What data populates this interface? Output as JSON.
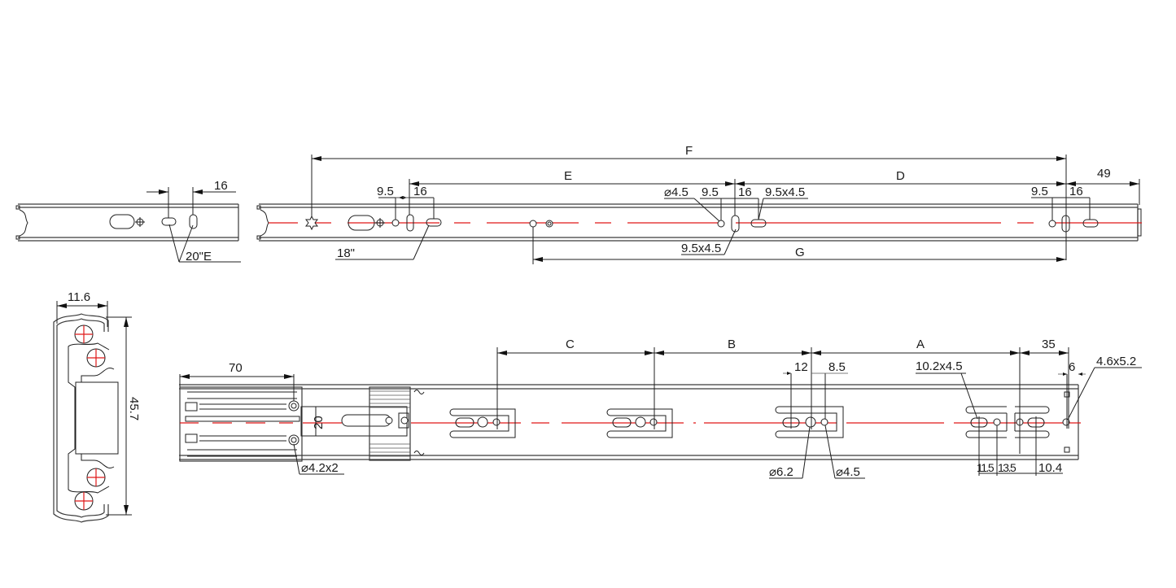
{
  "drawing": {
    "title": "Ball bearing drawer slide technical drawing",
    "colors": {
      "line": "#1f1f1f",
      "centerline": "#e01818",
      "background": "#ffffff"
    },
    "views": {
      "top_left_rail": {
        "dims": {
          "slot_spacing": "16",
          "hole_callout": "20\"E"
        }
      },
      "top_main_rail": {
        "dims": {
          "overall": "F",
          "span_e": "E",
          "span_d": "D",
          "span_g": "G",
          "end_offset": "49",
          "left_hole_pitch": "9.5",
          "left_slot_pitch": "16",
          "left_slot_callout": "18\"",
          "mid_hole_dia": "⌀4.5",
          "mid_hole_pitch": "9.5",
          "mid_slot_pitch": "16",
          "mid_slot_size_top": "9.5x4.5",
          "mid_slot_size_bottom": "9.5x4.5",
          "right_hole_pitch": "9.5",
          "right_slot_pitch": "16"
        }
      },
      "cross_section": {
        "dims": {
          "width": "11.6",
          "height": "45.7"
        }
      },
      "bottom_rail": {
        "dims": {
          "disconnect_length": "70",
          "tab_width": "20",
          "screw_holes": "⌀4.2x2",
          "span_c": "C",
          "span_b": "B",
          "span_a": "A",
          "end_offset": "35",
          "slot_offset_12": "12",
          "hole_pitch_8_5": "8.5",
          "big_hole_dia": "⌀6.2",
          "small_hole_dia": "⌀4.5",
          "slot_size": "10.2x4.5",
          "end_hole_offset": "6",
          "end_hole_size": "4.6x5.2",
          "pitch_11_5": "11.5",
          "pitch_13_5": "13.5",
          "pitch_10_4": "10.4"
        }
      }
    }
  }
}
